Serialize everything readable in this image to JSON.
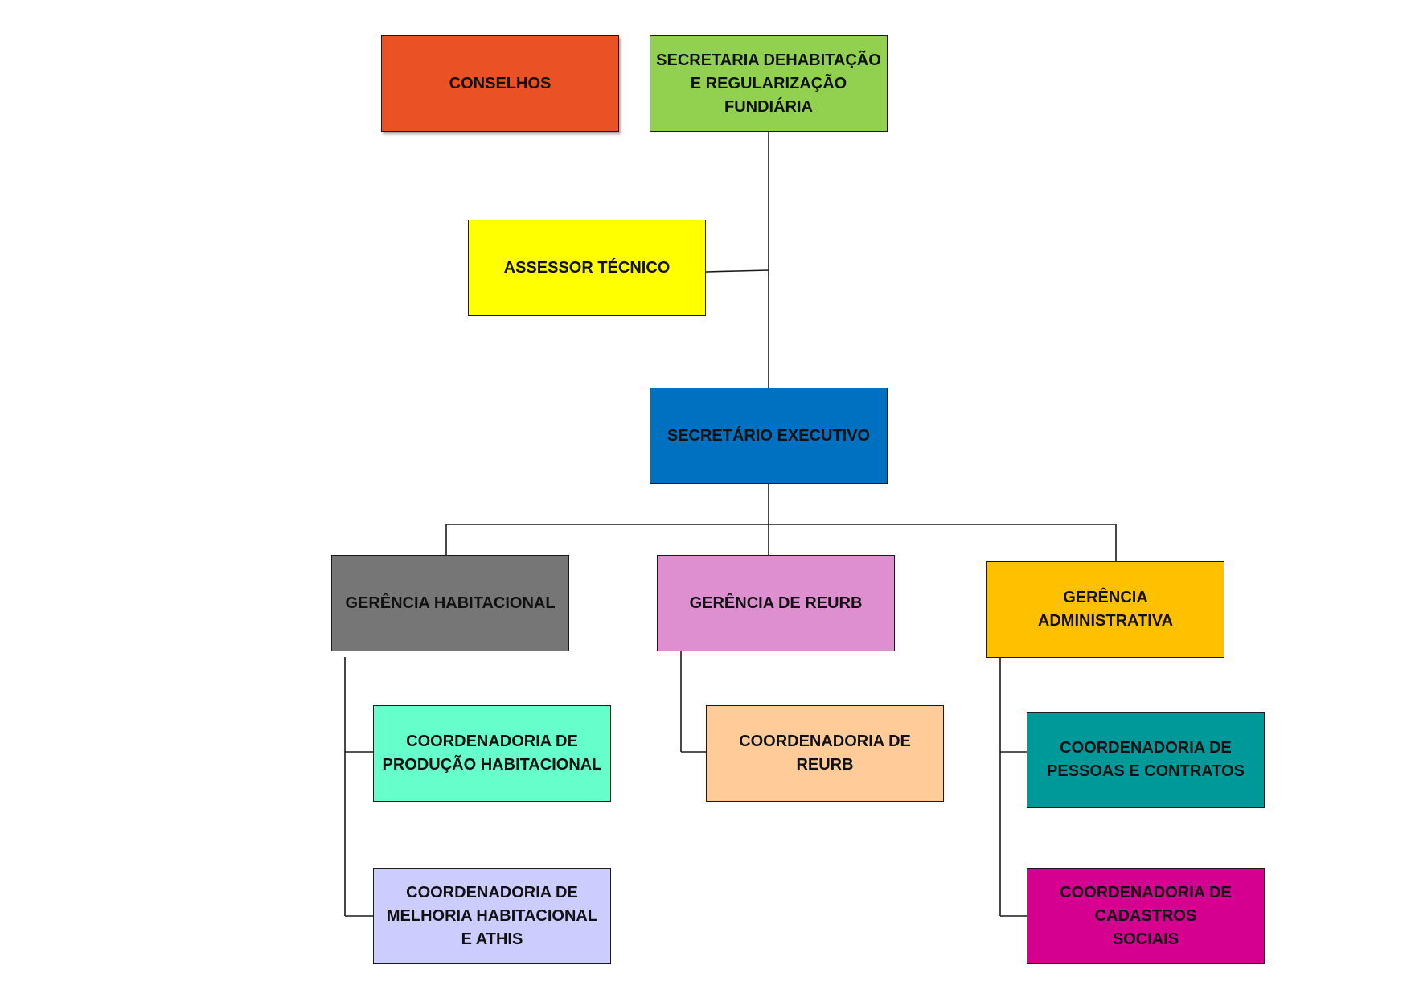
{
  "boxes": {
    "conselhos": {
      "label": "CONSELHOS",
      "color": "#EA5125"
    },
    "secretaria": {
      "label": "SECRETARIA DEHABITAÇÃO\nE REGULARIZAÇÃO\nFUNDIÁRIA",
      "color": "#92D050"
    },
    "assessor": {
      "label": "ASSESSOR TÉCNICO",
      "color": "#FFFF00"
    },
    "executivo": {
      "label": "SECRETÁRIO EXECUTIVO",
      "color": "#0070C0"
    },
    "ger_hab": {
      "label": "GERÊNCIA HABITACIONAL",
      "color": "#767676"
    },
    "ger_reurb": {
      "label": "GERÊNCIA DE REURB",
      "color": "#DE8FD0"
    },
    "ger_adm": {
      "label": "GERÊNCIA\nADMINISTRATIVA",
      "color": "#FFC000"
    },
    "coord_prod": {
      "label": "COORDENADORIA DE\nPRODUÇÃO HABITACIONAL",
      "color": "#66FFCC"
    },
    "coord_melh": {
      "label": "COORDENADORIA DE\nMELHORIA HABITACIONAL\nE ATHIS",
      "color": "#CCCCFF"
    },
    "coord_reurb": {
      "label": "COORDENADORIA DE\nREURB",
      "color": "#FFCC99"
    },
    "coord_pess": {
      "label": "COORDENADORIA DE\nPESSOAS E CONTRATOS",
      "color": "#009999"
    },
    "coord_cad": {
      "label": "COORDENADORIA DE\nCADASTROS\nSOCIAIS",
      "color": "#D5008F"
    }
  }
}
